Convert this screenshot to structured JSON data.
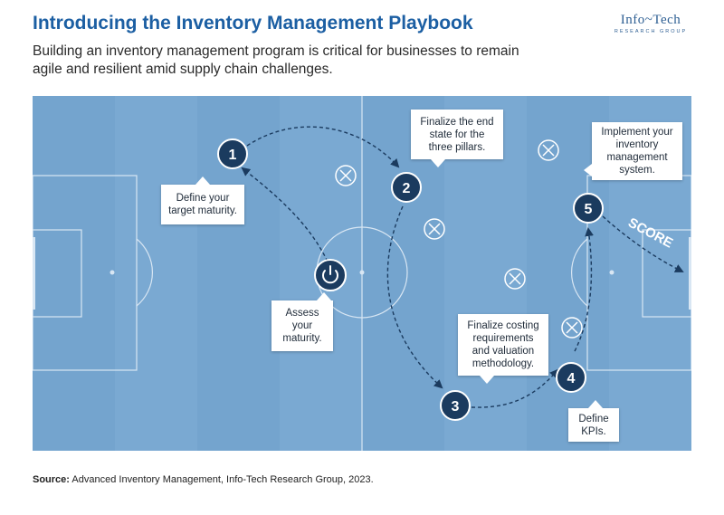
{
  "header": {
    "title": "Introducing the Inventory Management Playbook",
    "subtitle": "Building an inventory management program is critical for businesses to remain agile and resilient amid supply chain challenges.",
    "logo_main": "Info~Tech",
    "logo_sub": "RESEARCH GROUP"
  },
  "colors": {
    "title": "#1c5fa3",
    "field": "#7aa9d2",
    "field_dark": "#6f9fca",
    "node": "#1b3b5f",
    "lines": "#d8e6f3"
  },
  "steps": [
    {
      "number": "1",
      "label": "Define your target maturity."
    },
    {
      "number": "2",
      "label": "Finalize the end state for the three pillars."
    },
    {
      "number": "3",
      "label": "Finalize costing requirements and valuation methodology."
    },
    {
      "number": "4",
      "label": "Define KPIs."
    },
    {
      "number": "5",
      "label": "Implement your inventory management system."
    }
  ],
  "start": {
    "icon": "power-icon",
    "label": "Assess your maturity."
  },
  "score_label": "SCORE",
  "source": {
    "label": "Source:",
    "text": "Advanced Inventory Management, Info-Tech Research Group, 2023."
  }
}
